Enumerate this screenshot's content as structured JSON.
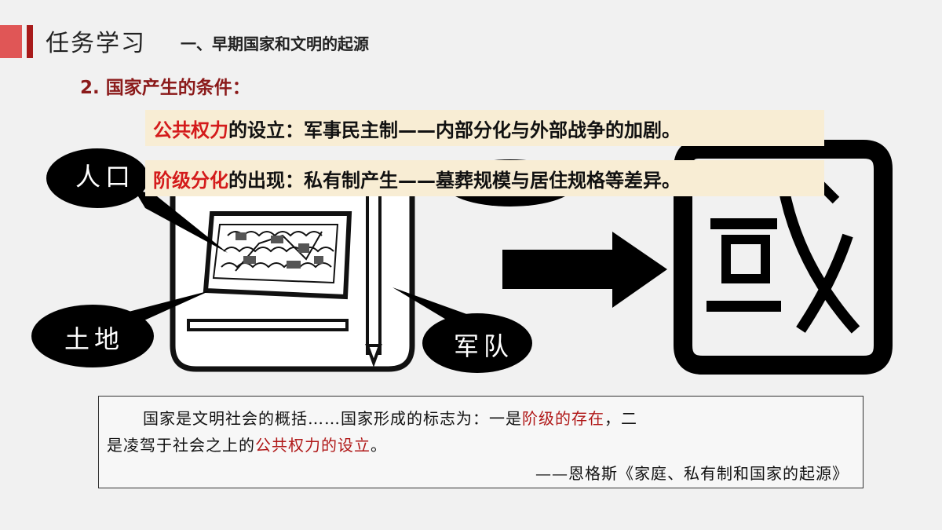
{
  "header": {
    "section_title": "任务学习",
    "subtitle": "一、早期国家和文明的起源"
  },
  "point_title": "2. 国家产生的条件：",
  "conditions": [
    {
      "highlight": "公共权力",
      "rest": "的设立：军事民主制——内部分化与外部战争的加剧。"
    },
    {
      "highlight": "阶级分化",
      "rest": "的出现：私有制产生——墓葬规模与居住规格等差异。"
    }
  ],
  "illustration": {
    "bubble_population": "人口",
    "bubble_land": "土地",
    "bubble_army": "军队",
    "arrow_icon": "right-arrow-icon",
    "character_icon": "ancient-guo-character-icon"
  },
  "quote": {
    "line1_a": "国家是文明社会的概括……国家形成的标志为：一是",
    "line1_red": "阶级的存在",
    "line1_b": "，二",
    "line2_a": "是凌驾于社会之上的",
    "line2_red": "公共权力的设立",
    "line2_b": "。",
    "source": "——恩格斯《家庭、私有制和国家的起源》"
  },
  "colors": {
    "accent": "#e05656",
    "title_red": "#8b1a1a",
    "highlight_red": "#d41b1b",
    "band_bg": "#f8edd4"
  }
}
